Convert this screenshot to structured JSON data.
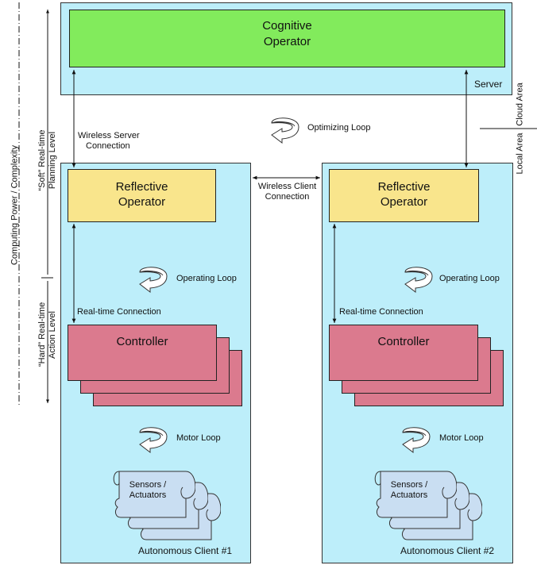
{
  "server": {
    "label": "Server",
    "cognitive_line1": "Cognitive",
    "cognitive_line2": "Operator"
  },
  "clients": [
    {
      "label": "Autonomous Client #1",
      "reflective_line1": "Reflective",
      "reflective_line2": "Operator",
      "controller": "Controller",
      "sensors_line1": "Sensors /",
      "sensors_line2": "Actuators",
      "operating_loop": "Operating Loop",
      "realtime_connection": "Real-time Connection",
      "motor_loop": "Motor Loop"
    },
    {
      "label": "Autonomous Client #2",
      "reflective_line1": "Reflective",
      "reflective_line2": "Operator",
      "controller": "Controller",
      "sensors_line1": "Sensors /",
      "sensors_line2": "Actuators",
      "operating_loop": "Operating Loop",
      "realtime_connection": "Real-time Connection",
      "motor_loop": "Motor Loop"
    }
  ],
  "connections": {
    "wireless_server_line1": "Wireless Server",
    "wireless_server_line2": "Connection",
    "wireless_client_line1": "Wireless Client",
    "wireless_client_line2": "Connection",
    "optimizing_loop": "Optimizing Loop"
  },
  "left_axis": {
    "computing": "Computing Power / Complexity",
    "soft_line1": "“Soft” Real-time",
    "soft_line2": "Planning Level",
    "hard_line1": "“Hard” Real-time",
    "hard_line2": "Action Level"
  },
  "right_axis": {
    "cloud_area": "Cloud Area",
    "local_area": "Local Area"
  },
  "colors": {
    "panel": "#bdeefa",
    "cognitive": "#82eb5c",
    "reflective": "#f9e58c",
    "controller": "#db7a8e",
    "sensors": "#c9def2"
  }
}
